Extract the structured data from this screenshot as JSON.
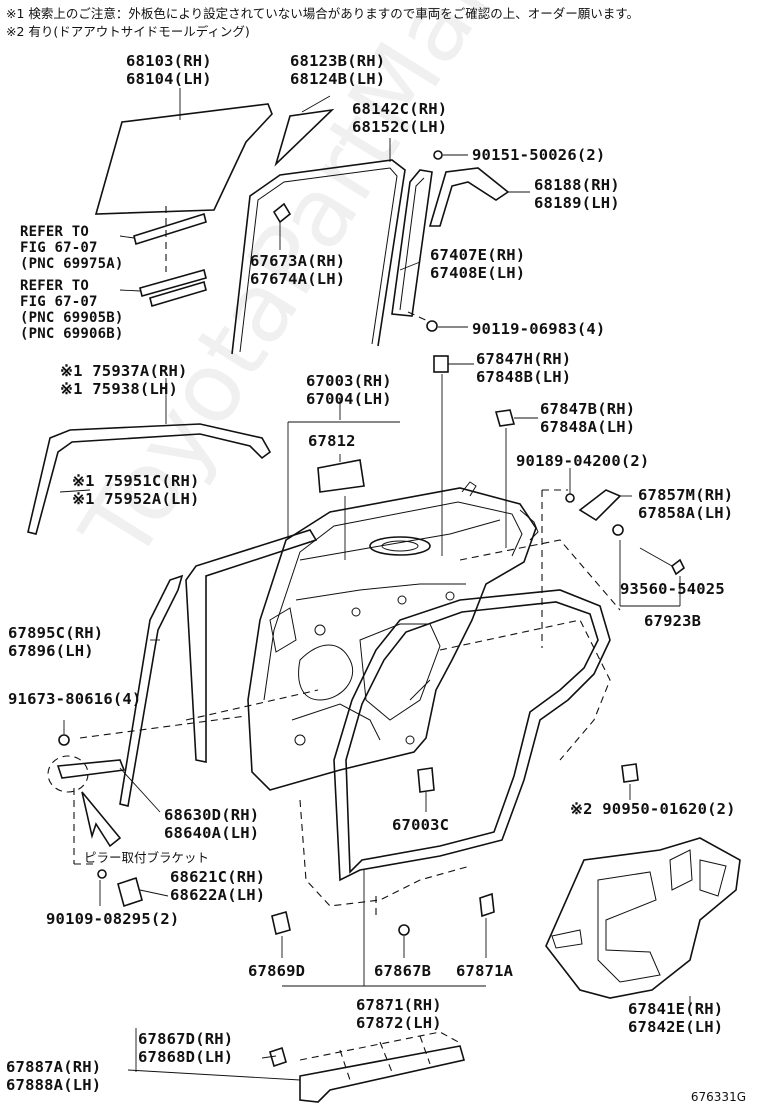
{
  "notes": {
    "note1": "※1 検索上のご注意：外板色により設定されていない場合がありますので車両をご確認の上、オーダー願います。",
    "note2": "※2 有り(ドアアウトサイドモールディング)"
  },
  "watermark": "ToyotaPartMarket.ru",
  "figure_number": "676331G",
  "parts": {
    "p68103": "68103(RH)\n68104(LH)",
    "p68123": "68123B(RH)\n68124B(LH)",
    "p68142": "68142C(RH)\n68152C(LH)",
    "p90151": "90151-50026(2)",
    "p68188": "68188(RH)\n68189(LH)",
    "refer1": "REFER TO\nFIG 67-07\n(PNC 69975A)",
    "refer2": "REFER TO\nFIG 67-07\n(PNC 69905B)\n(PNC 69906B)",
    "p67407": "67407E(RH)\n67408E(LH)",
    "p67673": "67673A(RH)\n67674A(LH)",
    "p90119": "90119-06983(4)",
    "p67847h": "67847H(RH)\n67848B(LH)",
    "p75937": "※1 75937A(RH)\n※1 75938(LH)",
    "p67003": "67003(RH)\n67004(LH)",
    "p67812": "67812",
    "p67847b": "67847B(RH)\n67848A(LH)",
    "p90189": "90189-04200(2)",
    "p67857": "67857M(RH)\n67858A(LH)",
    "p75951": "※1 75951C(RH)\n※1 75952A(LH)",
    "p93560": "93560-54025",
    "p67923": "67923B",
    "p67895": "67895C(RH)\n67896(LH)",
    "p91673": "91673-80616(4)",
    "p68630": "68630D(RH)\n68640A(LH)",
    "p67003c": "67003C",
    "p90950": "※2 90950-01620(2)",
    "pillar": "ピラー取付ブラケット",
    "p68621": "68621C(RH)\n68622A(LH)",
    "p90109": "90109-08295(2)",
    "p67869": "67869D",
    "p67867b": "67867B",
    "p67871a": "67871A",
    "p67871": "67871(RH)\n67872(LH)",
    "p67841": "67841E(RH)\n67842E(LH)",
    "p67867d": "67867D(RH)\n67868D(LH)",
    "p67887": "67887A(RH)\n67888A(LH)"
  }
}
